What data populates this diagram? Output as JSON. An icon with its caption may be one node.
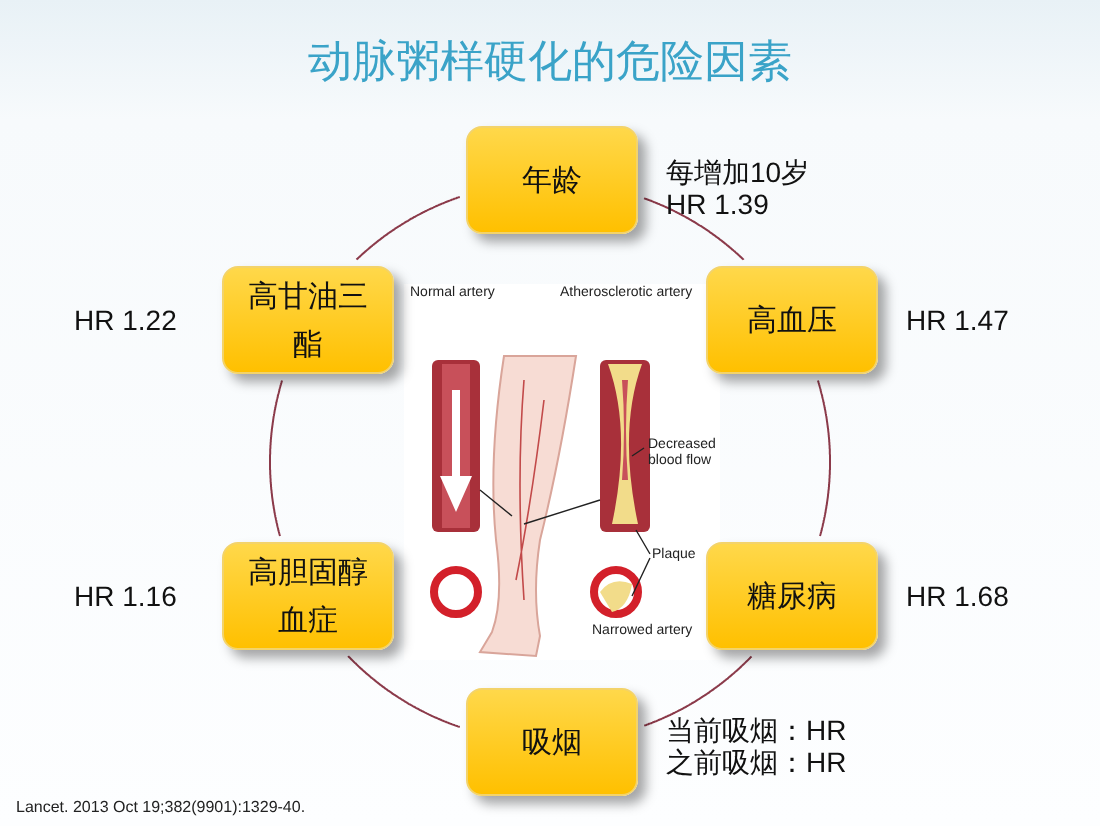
{
  "diagram": {
    "title": "动脉粥样硬化的危险因素",
    "nodes": [
      {
        "text": [
          "年龄"
        ],
        "beside": [
          "每增加10岁",
          "HR 1.39"
        ]
      },
      {
        "text": [
          "高甘油三酯"
        ],
        "beside": [
          "HR 1.22"
        ]
      },
      {
        "text": [
          "高血压"
        ],
        "beside": [
          "HR 1.47"
        ]
      },
      {
        "text": [
          "高胆固醇血症"
        ],
        "beside": [
          "HR 1.16"
        ]
      },
      {
        "text": [
          "糖尿病"
        ],
        "beside": [
          "HR 1.68"
        ]
      },
      {
        "text": [
          "吸烟"
        ],
        "beside": [
          "当前吸烟：HR",
          "之前吸烟：HR"
        ]
      }
    ],
    "edges": [
      {
        "from": 0,
        "to": 2,
        "arrow": "none"
      },
      {
        "from": 2,
        "to": 4,
        "arrow": "none"
      },
      {
        "from": 4,
        "to": 5,
        "arrow": "none"
      },
      {
        "from": 5,
        "to": 3,
        "arrow": "none"
      },
      {
        "from": 3,
        "to": 1,
        "arrow": "none"
      },
      {
        "from": 1,
        "to": 0,
        "arrow": "none"
      }
    ],
    "labels": [
      "Normal artery",
      "Atherosclerotic artery",
      "Decreased blood flow",
      "Plaque",
      "Narrowed artery",
      "Lancet. 2013 Oct 19;382(9901):1329-40."
    ]
  }
}
